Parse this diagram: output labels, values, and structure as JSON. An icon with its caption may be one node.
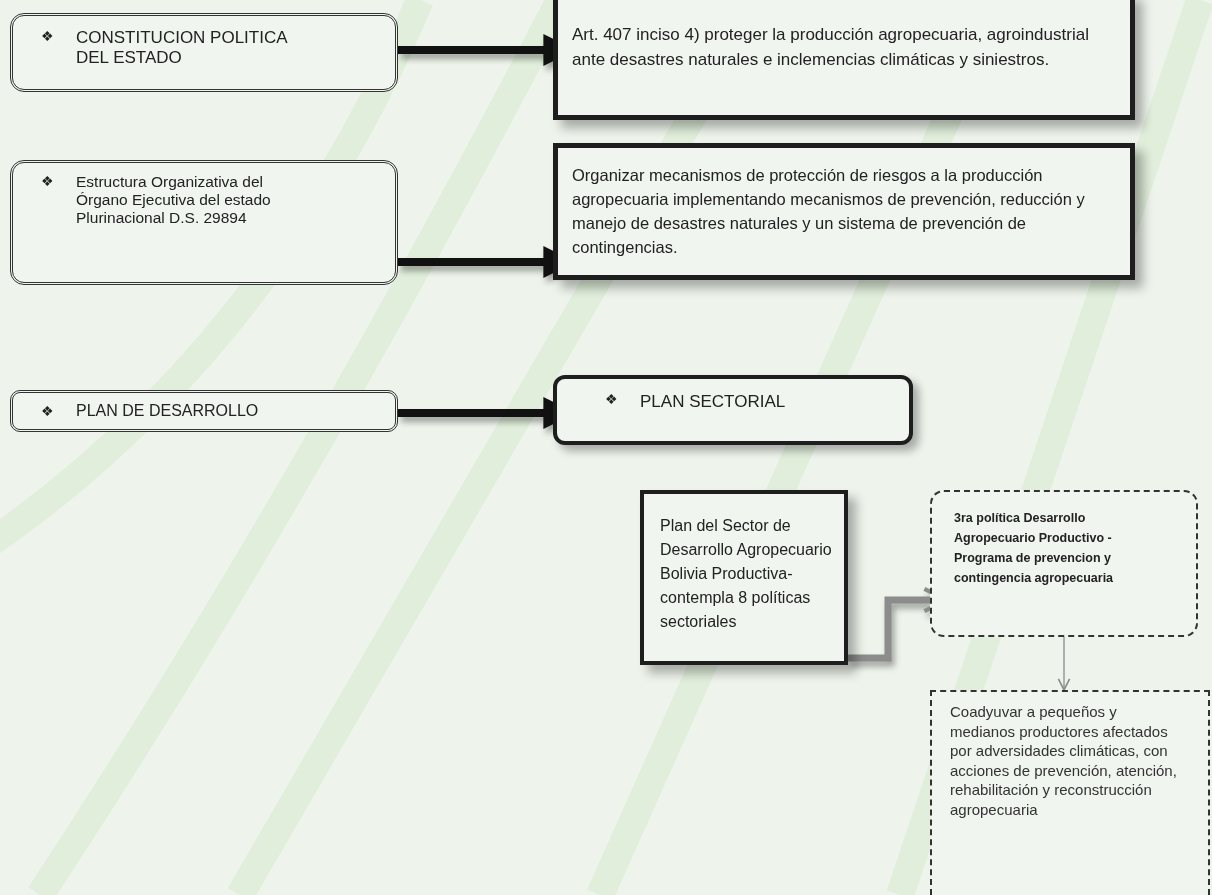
{
  "diagram": {
    "nodes": [
      {
        "text": [
          "❖",
          "CONSTITUCION POLITICA DEL  ESTADO"
        ]
      },
      {
        "text": [
          "Art. 407 inciso 4) proteger la producción agropecuaria, agroindustrial ante desastres naturales e inclemencias climáticas y siniestros."
        ]
      },
      {
        "text": [
          "❖",
          "Estructura Organizativa del Órgano  Ejecutiva del estado  Plurinacional D.S.  29894"
        ]
      },
      {
        "text": [
          "Organizar mecanismos de protección de riesgos a la producción agropecuaria implementando mecanismos de prevención, reducción y manejo de desastres naturales y un sistema de prevención de contingencias."
        ]
      },
      {
        "text": [
          "❖",
          "PLAN DE DESARROLLO"
        ]
      },
      {
        "text": [
          "❖",
          "PLAN SECTORIAL"
        ]
      },
      {
        "text": [
          "Plan del  Sector de Desarrollo Agropecuario Bolivia Productiva- contempla 8 políticas sectoriales"
        ]
      },
      {
        "text": [
          "3ra política Desarrollo Agropecuario Productivo - Programa de prevencion y contingencia  agropecuaria"
        ]
      },
      {
        "text": [
          "Coadyuvar a pequeños y medianos productores afectados por adversidades climáticas, con acciones de prevención, atención, rehabilitación y reconstrucción agropecuaria"
        ]
      }
    ],
    "edges": [
      {
        "from": 0,
        "to": 1,
        "arrow": "to"
      },
      {
        "from": 2,
        "to": 3,
        "arrow": "to"
      },
      {
        "from": 4,
        "to": 5,
        "arrow": "to"
      },
      {
        "from": 6,
        "to": 7,
        "arrow": "to",
        "color": "#8c8c8c"
      },
      {
        "from": 7,
        "to": 8,
        "arrow": "to",
        "color": "#8c8c8c"
      }
    ]
  }
}
